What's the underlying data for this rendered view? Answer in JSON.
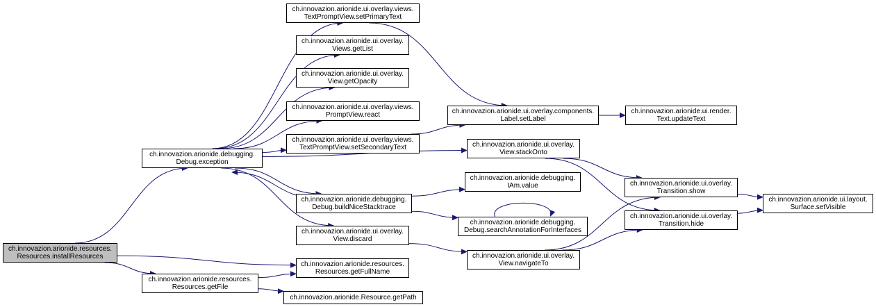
{
  "graph": {
    "edge_color": "#191970",
    "root_fill": "#bfbfbf",
    "nodes": {
      "installResources": {
        "lines": [
          "ch.innovazion.arionide.resources.",
          "Resources.installResources"
        ]
      },
      "exception": {
        "lines": [
          "ch.innovazion.arionide.debugging.",
          "Debug.exception"
        ]
      },
      "getFile": {
        "lines": [
          "ch.innovazion.arionide.resources.",
          "Resources.getFile"
        ]
      },
      "setPrimaryText": {
        "lines": [
          "ch.innovazion.arionide.ui.overlay.views.",
          "TextPromptView.setPrimaryText"
        ]
      },
      "getList": {
        "lines": [
          "ch.innovazion.arionide.ui.overlay.",
          "Views.getList"
        ]
      },
      "getOpacity": {
        "lines": [
          "ch.innovazion.arionide.ui.overlay.",
          "View.getOpacity"
        ]
      },
      "react": {
        "lines": [
          "ch.innovazion.arionide.ui.overlay.views.",
          "PromptView.react"
        ]
      },
      "setSecondaryText": {
        "lines": [
          "ch.innovazion.arionide.ui.overlay.views.",
          "TextPromptView.setSecondaryText"
        ]
      },
      "buildNiceStacktrace": {
        "lines": [
          "ch.innovazion.arionide.debugging.",
          "Debug.buildNiceStacktrace"
        ]
      },
      "discard": {
        "lines": [
          "ch.innovazion.arionide.ui.overlay.",
          "View.discard"
        ]
      },
      "getFullName": {
        "lines": [
          "ch.innovazion.arionide.resources.",
          "Resources.getFullName"
        ]
      },
      "getPath": {
        "lines": [
          "ch.innovazion.arionide.Resource.getPath"
        ]
      },
      "setLabel": {
        "lines": [
          "ch.innovazion.arionide.ui.overlay.components.",
          "Label.setLabel"
        ]
      },
      "stackOnto": {
        "lines": [
          "ch.innovazion.arionide.ui.overlay.",
          "View.stackOnto"
        ]
      },
      "iamValue": {
        "lines": [
          "ch.innovazion.arionide.debugging.",
          "IAm.value"
        ]
      },
      "searchAnnotation": {
        "lines": [
          "ch.innovazion.arionide.debugging.",
          "Debug.searchAnnotationForInterfaces"
        ]
      },
      "navigateTo": {
        "lines": [
          "ch.innovazion.arionide.ui.overlay.",
          "View.navigateTo"
        ]
      },
      "updateText": {
        "lines": [
          "ch.innovazion.arionide.ui.render.",
          "Text.updateText"
        ]
      },
      "show": {
        "lines": [
          "ch.innovazion.arionide.ui.overlay.",
          "Transition.show"
        ]
      },
      "hide": {
        "lines": [
          "ch.innovazion.arionide.ui.overlay.",
          "Transition.hide"
        ]
      },
      "setVisible": {
        "lines": [
          "ch.innovazion.arionide.ui.layout.",
          "Surface.setVisible"
        ]
      }
    },
    "edges": [
      [
        "installResources",
        "exception"
      ],
      [
        "installResources",
        "getFullName"
      ],
      [
        "installResources",
        "getFile"
      ],
      [
        "getFile",
        "getFullName"
      ],
      [
        "getFile",
        "getPath"
      ],
      [
        "exception",
        "setPrimaryText"
      ],
      [
        "exception",
        "getList"
      ],
      [
        "exception",
        "getOpacity"
      ],
      [
        "exception",
        "react"
      ],
      [
        "exception",
        "setSecondaryText"
      ],
      [
        "exception",
        "stackOnto"
      ],
      [
        "exception",
        "buildNiceStacktrace"
      ],
      [
        "exception",
        "discard"
      ],
      [
        "buildNiceStacktrace",
        "exception"
      ],
      [
        "buildNiceStacktrace",
        "iamValue"
      ],
      [
        "buildNiceStacktrace",
        "searchAnnotation"
      ],
      [
        "searchAnnotation",
        "searchAnnotation"
      ],
      [
        "setPrimaryText",
        "setLabel"
      ],
      [
        "setSecondaryText",
        "setLabel"
      ],
      [
        "setLabel",
        "updateText"
      ],
      [
        "stackOnto",
        "show"
      ],
      [
        "stackOnto",
        "hide"
      ],
      [
        "discard",
        "navigateTo"
      ],
      [
        "navigateTo",
        "show"
      ],
      [
        "navigateTo",
        "hide"
      ],
      [
        "show",
        "setVisible"
      ],
      [
        "hide",
        "setVisible"
      ]
    ]
  }
}
